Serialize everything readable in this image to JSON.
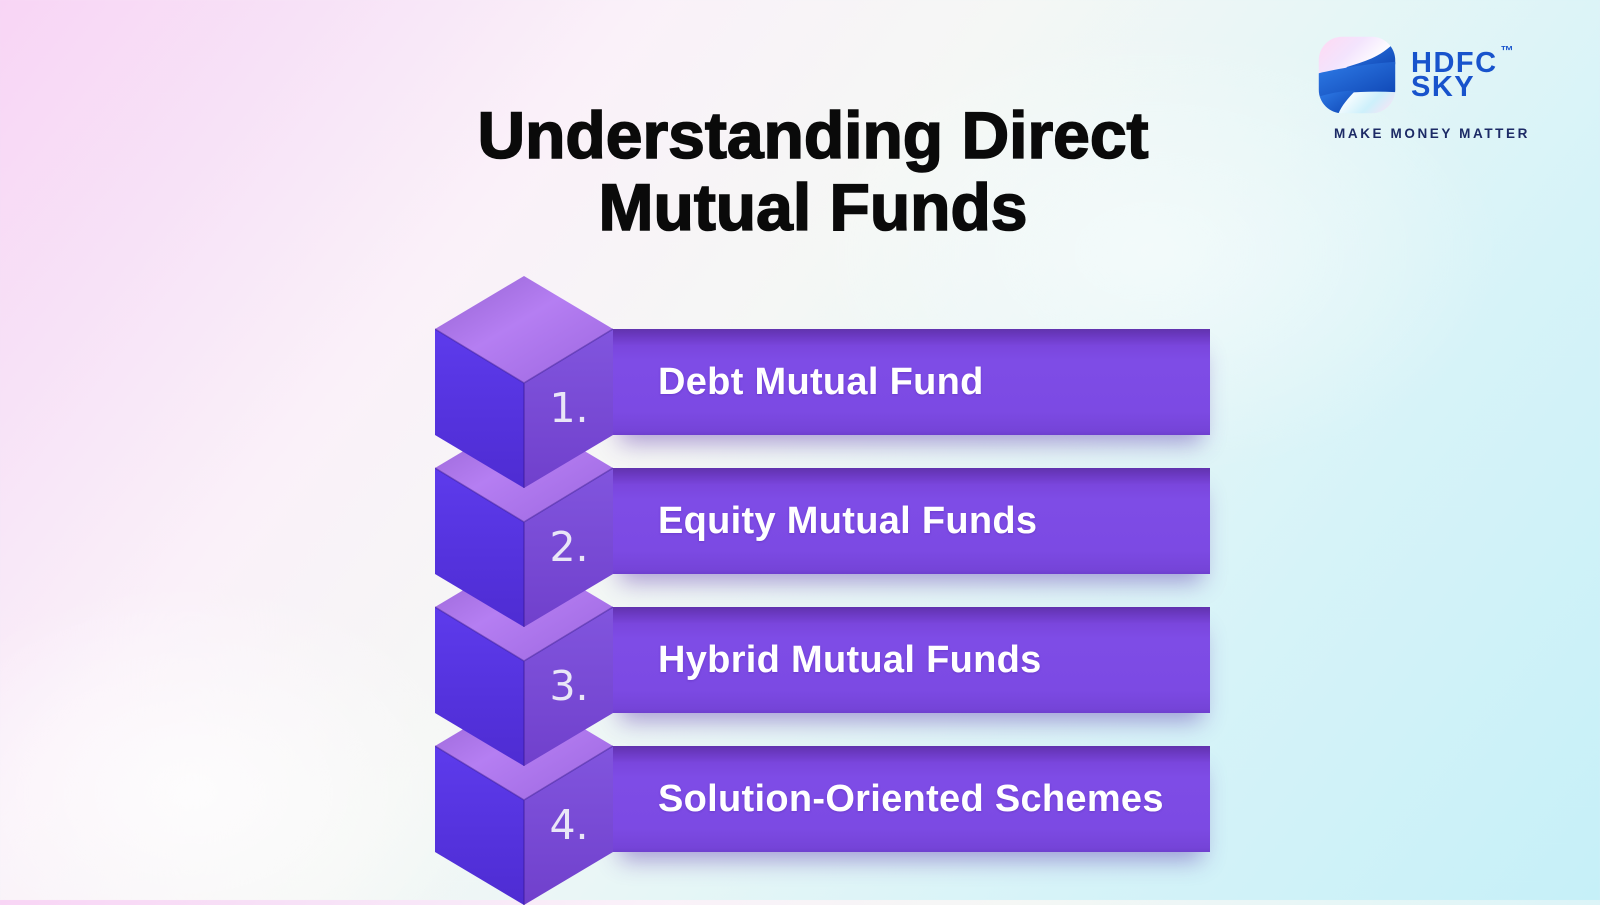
{
  "page": {
    "title_line1": "Understanding Direct",
    "title_line2": "Mutual Funds"
  },
  "logo": {
    "brand_line1": "HDFC",
    "brand_line2": "SKY",
    "trademark": "™",
    "tagline": "MAKE MONEY MATTER"
  },
  "items": [
    {
      "number": "1.",
      "label": "Debt Mutual Fund"
    },
    {
      "number": "2.",
      "label": "Equity Mutual Funds"
    },
    {
      "number": "3.",
      "label": "Hybrid Mutual Funds"
    },
    {
      "number": "4.",
      "label": "Solution-Oriented Schemes"
    }
  ],
  "colors": {
    "bar_purple": "#7c4ae3",
    "bar_bevel": "#6133ae",
    "cube_top": "#b57ef2",
    "cube_left": "#5533e0",
    "cube_right": "#7b4dda",
    "bar_text": "#ffffff",
    "title_text": "#0a0a0a",
    "brand_blue": "#1853cc",
    "tagline_navy": "#1c2a66",
    "background_pink": "#f8d5f5",
    "background_cyan": "#c6f0f8"
  }
}
